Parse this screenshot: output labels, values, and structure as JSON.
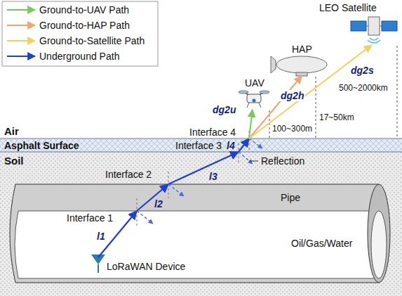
{
  "diagram": {
    "nodes": [
      {
        "text": [
          "LEO Satellite"
        ]
      },
      {
        "text": [
          "HAP"
        ]
      },
      {
        "text": [
          "UAV"
        ]
      },
      {
        "text": [
          "Asphalt Surface"
        ]
      },
      {
        "text": [
          "Soil"
        ]
      },
      {
        "text": [
          "Pipe",
          "Oil/Gas/Water"
        ],
        "in": 4
      },
      {
        "text": [
          "LoRaWAN Device"
        ],
        "in": 5
      }
    ],
    "edges": [
      {
        "from": 3,
        "to": 2,
        "arrow": "to"
      },
      {
        "from": 3,
        "to": 1,
        "arrow": "to"
      },
      {
        "from": 3,
        "to": 0,
        "arrow": "to"
      }
    ],
    "labels": [
      "Air",
      "Interface 4",
      "Interface 3",
      "Reflection",
      "Interface 2",
      "Interface 1",
      "l1",
      "l2",
      "l3",
      "l4",
      "dg2u",
      "dg2h",
      "dg2s",
      "100~300m",
      "17~50km",
      "500~2000km"
    ],
    "legend": [
      {
        "text": "Ground-to-UAV Path"
      },
      {
        "text": "Ground-to-HAP Path"
      },
      {
        "text": "Ground-to-Satellite Path"
      },
      {
        "text": "Underground Path"
      }
    ]
  }
}
